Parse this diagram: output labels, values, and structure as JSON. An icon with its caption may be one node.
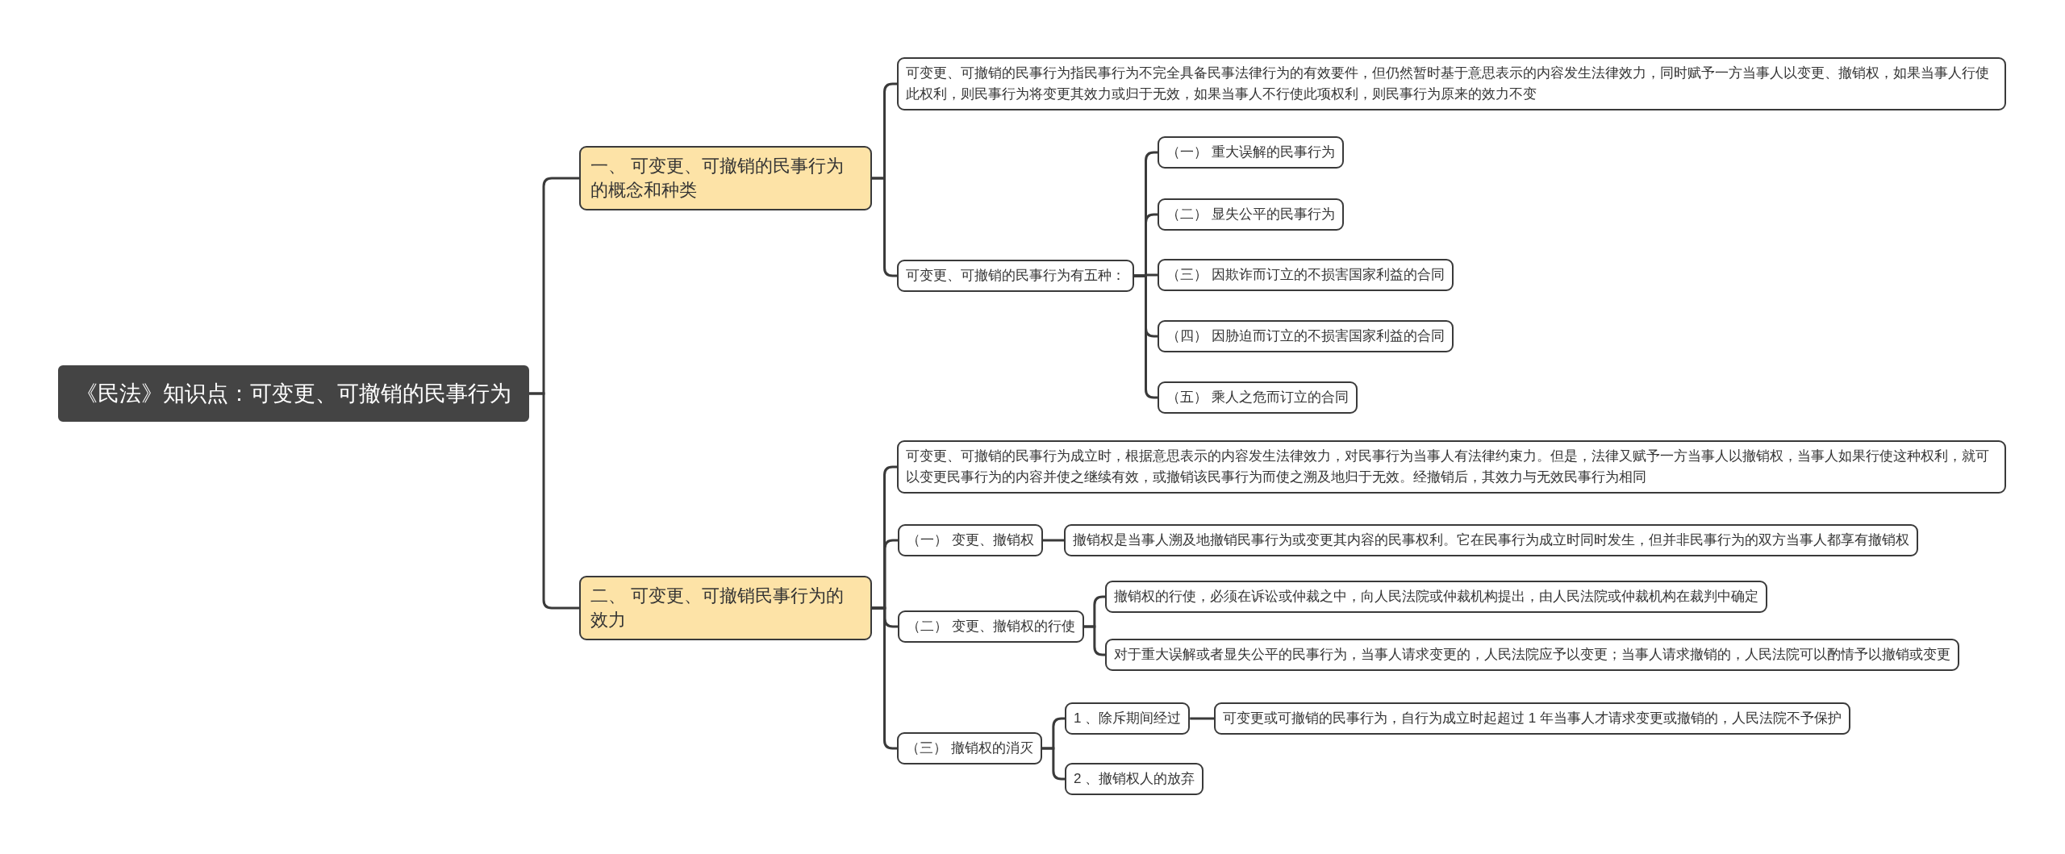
{
  "diagram": {
    "nodes": [
      {
        "text": [
          "《民法》知识点：可变更、可撤销的民事行为"
        ]
      },
      {
        "text": [
          "一、 可变更、可撤销的民事行为的概念和种类"
        ]
      },
      {
        "text": [
          "可变更、可撤销的民事行为指民事行为不完全具备民事法律行为的有效要件，但仍然暂时基于意思表示的内容发生法律效力，同时赋予一方当事人以变更、撤销权，如果当事人行使此权利，则民事行为将变更其效力或归于无效，如果当事人不行使此项权利，则民事行为原来的效力不变"
        ]
      },
      {
        "text": [
          "可变更、可撤销的民事行为有五种："
        ]
      },
      {
        "text": [
          "（一） 重大误解的民事行为"
        ]
      },
      {
        "text": [
          "（二） 显失公平的民事行为"
        ]
      },
      {
        "text": [
          "（三） 因欺诈而订立的不损害国家利益的合同"
        ]
      },
      {
        "text": [
          "（四） 因胁迫而订立的不损害国家利益的合同"
        ]
      },
      {
        "text": [
          "（五） 乘人之危而订立的合同"
        ]
      },
      {
        "text": [
          "二、 可变更、可撤销民事行为的效力"
        ]
      },
      {
        "text": [
          "可变更、可撤销的民事行为成立时，根据意思表示的内容发生法律效力，对民事行为当事人有法律约束力。但是，法律又赋予一方当事人以撤销权，当事人如果行使这种权利，就可以变更民事行为的内容并使之继续有效，或撤销该民事行为而使之溯及地归于无效。经撤销后，其效力与无效民事行为相同"
        ]
      },
      {
        "text": [
          "（一） 变更、撤销权"
        ]
      },
      {
        "text": [
          "撤销权是当事人溯及地撤销民事行为或变更其内容的民事权利。它在民事行为成立时同时发生，但并非民事行为的双方当事人都享有撤销权"
        ]
      },
      {
        "text": [
          "（二） 变更、撤销权的行使"
        ]
      },
      {
        "text": [
          "撤销权的行使，必须在诉讼或仲裁之中，向人民法院或仲裁机构提出，由人民法院或仲裁机构在裁判中确定"
        ]
      },
      {
        "text": [
          "对于重大误解或者显失公平的民事行为，当事人请求变更的，人民法院应予以变更；当事人请求撤销的，人民法院可以酌情予以撤销或变更"
        ]
      },
      {
        "text": [
          "（三） 撤销权的消灭"
        ]
      },
      {
        "text": [
          "1 、除斥期间经过"
        ]
      },
      {
        "text": [
          "可变更或可撤销的民事行为，自行为成立时起超过 1 年当事人才请求变更或撤销的，人民法院不予保护"
        ]
      },
      {
        "text": [
          "2 、撤销权人的放弃"
        ]
      }
    ],
    "edges": [
      {
        "from": 0,
        "to": 1,
        "arrow": "none"
      },
      {
        "from": 0,
        "to": 9,
        "arrow": "none"
      },
      {
        "from": 1,
        "to": 2,
        "arrow": "none"
      },
      {
        "from": 1,
        "to": 3,
        "arrow": "none"
      },
      {
        "from": 3,
        "to": 4,
        "arrow": "none"
      },
      {
        "from": 3,
        "to": 5,
        "arrow": "none"
      },
      {
        "from": 3,
        "to": 6,
        "arrow": "none"
      },
      {
        "from": 3,
        "to": 7,
        "arrow": "none"
      },
      {
        "from": 3,
        "to": 8,
        "arrow": "none"
      },
      {
        "from": 9,
        "to": 10,
        "arrow": "none"
      },
      {
        "from": 9,
        "to": 11,
        "arrow": "none"
      },
      {
        "from": 9,
        "to": 13,
        "arrow": "none"
      },
      {
        "from": 9,
        "to": 16,
        "arrow": "none"
      },
      {
        "from": 11,
        "to": 12,
        "arrow": "none"
      },
      {
        "from": 13,
        "to": 14,
        "arrow": "none"
      },
      {
        "from": 13,
        "to": 15,
        "arrow": "none"
      },
      {
        "from": 16,
        "to": 17,
        "arrow": "none"
      },
      {
        "from": 16,
        "to": 19,
        "arrow": "none"
      },
      {
        "from": 17,
        "to": 18,
        "arrow": "none"
      }
    ]
  }
}
